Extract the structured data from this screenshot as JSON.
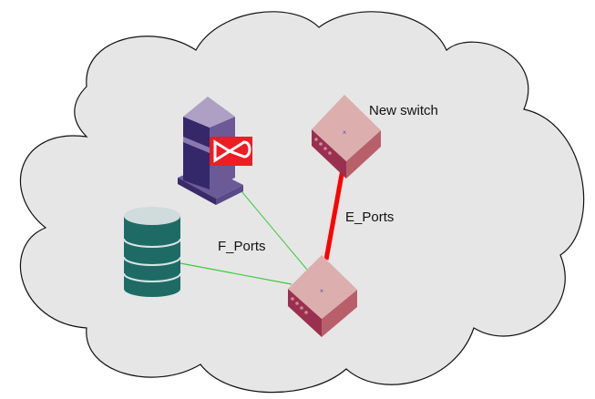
{
  "labels": {
    "new_switch": "New switch",
    "e_ports": "E_Ports",
    "f_ports": "F_Ports"
  },
  "nodes": [
    {
      "id": "server",
      "icon": "server-tower-icon",
      "logo": "brocade-logo"
    },
    {
      "id": "storage",
      "icon": "database-icon"
    },
    {
      "id": "existing-switch",
      "icon": "switch-icon"
    },
    {
      "id": "new-switch",
      "icon": "switch-icon"
    }
  ],
  "links": [
    {
      "from": "server",
      "to": "existing-switch",
      "type": "F_Ports",
      "color": "#3fc93f"
    },
    {
      "from": "storage",
      "to": "existing-switch",
      "type": "F_Ports",
      "color": "#3fc93f"
    },
    {
      "from": "new-switch",
      "to": "existing-switch",
      "type": "E_Ports",
      "color": "#ff0000"
    }
  ],
  "colors": {
    "cloud_fill": "#e6e6e6",
    "switch_top": "#dcaeae",
    "server": "#4a3a80",
    "storage": "#1e6b66",
    "logo": "#ee1c24"
  }
}
